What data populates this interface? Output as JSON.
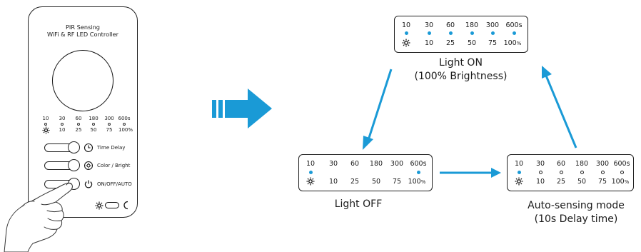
{
  "device": {
    "title_line1": "PIR Sensing",
    "title_line2": "WiFi & RF LED Controller",
    "delay_labels": [
      "10",
      "30",
      "60",
      "180",
      "300",
      "600s"
    ],
    "brightness_labels": [
      "10",
      "25",
      "50",
      "75",
      "100%"
    ],
    "buttons": [
      {
        "label": "Time Delay",
        "icon": "clock-icon"
      },
      {
        "label": "Color / Bright",
        "icon": "brightness-icon"
      },
      {
        "label": "ON/OFF/AUTO",
        "icon": "power-icon"
      }
    ],
    "mode_icons": [
      "sun-icon",
      "moon-icon"
    ]
  },
  "panels": [
    {
      "id": "light-on",
      "caption_line1": "Light ON",
      "caption_line2": "(100% Brightness)",
      "delay_labels": [
        "10",
        "30",
        "60",
        "180",
        "300",
        "600s"
      ],
      "brightness_labels": [
        "10",
        "25",
        "50",
        "75",
        "100"
      ],
      "brightness_unit": "%",
      "active_delay_dots": [
        0,
        1,
        2,
        3,
        4,
        5
      ],
      "active_indicator": "all-on"
    },
    {
      "id": "light-off",
      "caption_line1": "Light OFF",
      "caption_line2": "",
      "delay_labels": [
        "10",
        "30",
        "60",
        "180",
        "300",
        "600s"
      ],
      "brightness_labels": [
        "10",
        "25",
        "50",
        "75",
        "100"
      ],
      "brightness_unit": "%",
      "active_delay_dots": [
        0,
        5
      ]
    },
    {
      "id": "auto-sensing",
      "caption_line1": "Auto-sensing mode",
      "caption_line2": "(10s Delay time)",
      "delay_labels": [
        "10",
        "30",
        "60",
        "180",
        "300",
        "600s"
      ],
      "brightness_labels": [
        "10",
        "25",
        "50",
        "75",
        "100"
      ],
      "brightness_unit": "%",
      "active_delay_dots": [
        0
      ]
    }
  ],
  "colors": {
    "accent": "#1a9ad6",
    "outline": "#222222"
  }
}
